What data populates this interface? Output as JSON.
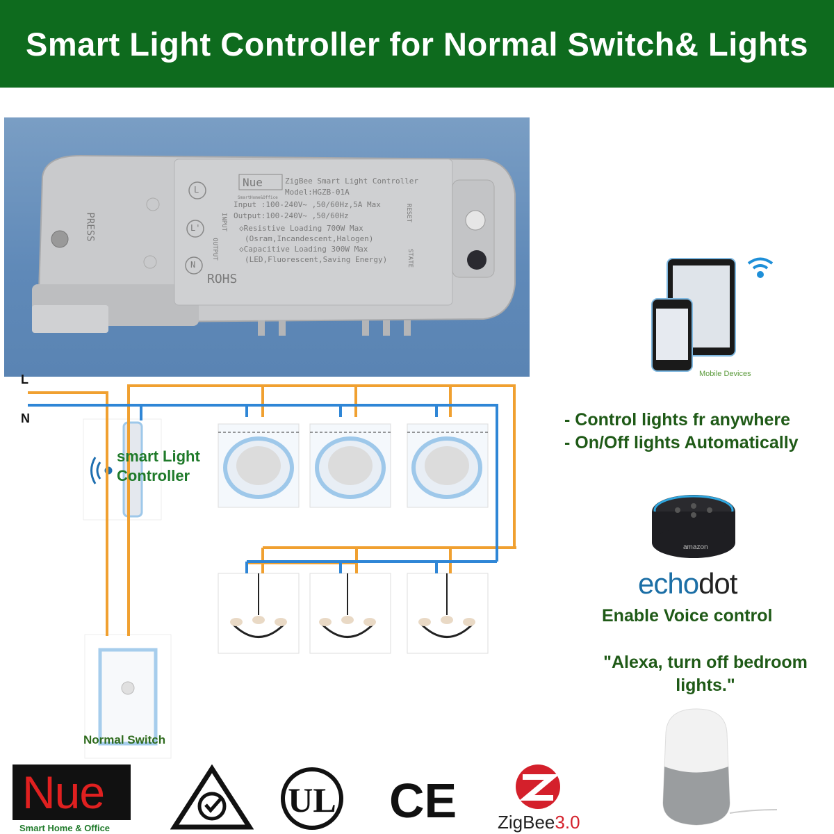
{
  "banner": {
    "title": "Smart Light Controller for Normal Switch& Lights"
  },
  "device_label": {
    "brand": "Nue",
    "brand_sub": "SmartHome&Office",
    "title": "ZigBee Smart Light Controller",
    "model": "Model:HGZB-01A",
    "input": "Input :100-240V~ ,50/60Hz,5A Max",
    "output": "Output:100-240V~ ,50/60Hz",
    "resistive": "◇Resistive Loading 700W Max",
    "resistive_sub": "(Osram,Incandescent,Halogen)",
    "capacitive": "◇Capacitive Loading 300W Max",
    "capacitive_sub": "(LED,Fluorescent,Saving Energy)",
    "input_tag": "INPUT",
    "output_tag": "OUTPUT",
    "press": "PRESS",
    "reset": "RESET",
    "state": "STATE",
    "rohs": "ROHS",
    "terminal_l": "L",
    "terminal_l2": "L'",
    "terminal_n": "N"
  },
  "wiring": {
    "line_label": "L",
    "neutral_label": "N",
    "controller_label_1": "smart Light",
    "controller_label_2": "Controller",
    "switch_label": "Normal Switch",
    "colors": {
      "line": "#f0a030",
      "neutral": "#2f86d6"
    }
  },
  "right_panel": {
    "mobile_caption": "Mobile Devices",
    "feature_1": "- Control lights fr anywhere",
    "feature_2": "- On/Off lights Automatically",
    "echo_brand_1": "echo",
    "echo_brand_2": "dot",
    "amazon": "amazon",
    "voice": "Enable Voice control",
    "quote_1": "\"Alexa, turn off bedroom",
    "quote_2": "lights.\""
  },
  "footer": {
    "nue_logo": "Nue",
    "nue_sub": "Smart Home & Office",
    "ul": "UL",
    "ce": "CE",
    "zigbee": "ZigBee",
    "zigbee_version": "3.0"
  },
  "colors": {
    "banner": "#0e6b1e",
    "accent_green": "#1f7a2a"
  }
}
